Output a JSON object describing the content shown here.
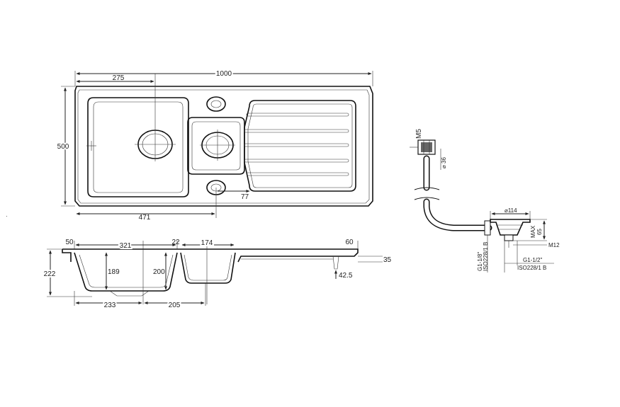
{
  "top_view": {
    "width": "1000",
    "bowl_center": "275",
    "height": "500",
    "waste_offset": "471",
    "small_offset": "77"
  },
  "section_view": {
    "rim": "50",
    "bowl_width": "321",
    "gap": "22",
    "small_bowl": "174",
    "drainer_end": "60",
    "total_height": "222",
    "bowl_depth": "189",
    "small_depth": "200",
    "drainer_lip": "42.5",
    "drainer_height": "35",
    "left_base": "233",
    "right_base": "205"
  },
  "waste_kit": {
    "thread_top": "M5",
    "tube_dia": "⌀ 36",
    "basket_dia": "⌀114",
    "max_label": "MAX",
    "max_value": "65",
    "bolt": "M12",
    "outlet_thread": "G1-1/8\"",
    "outlet_std": "ISO228/1 B",
    "basket_thread": "G1-1/2\"",
    "basket_std": "ISO228/1 B"
  }
}
